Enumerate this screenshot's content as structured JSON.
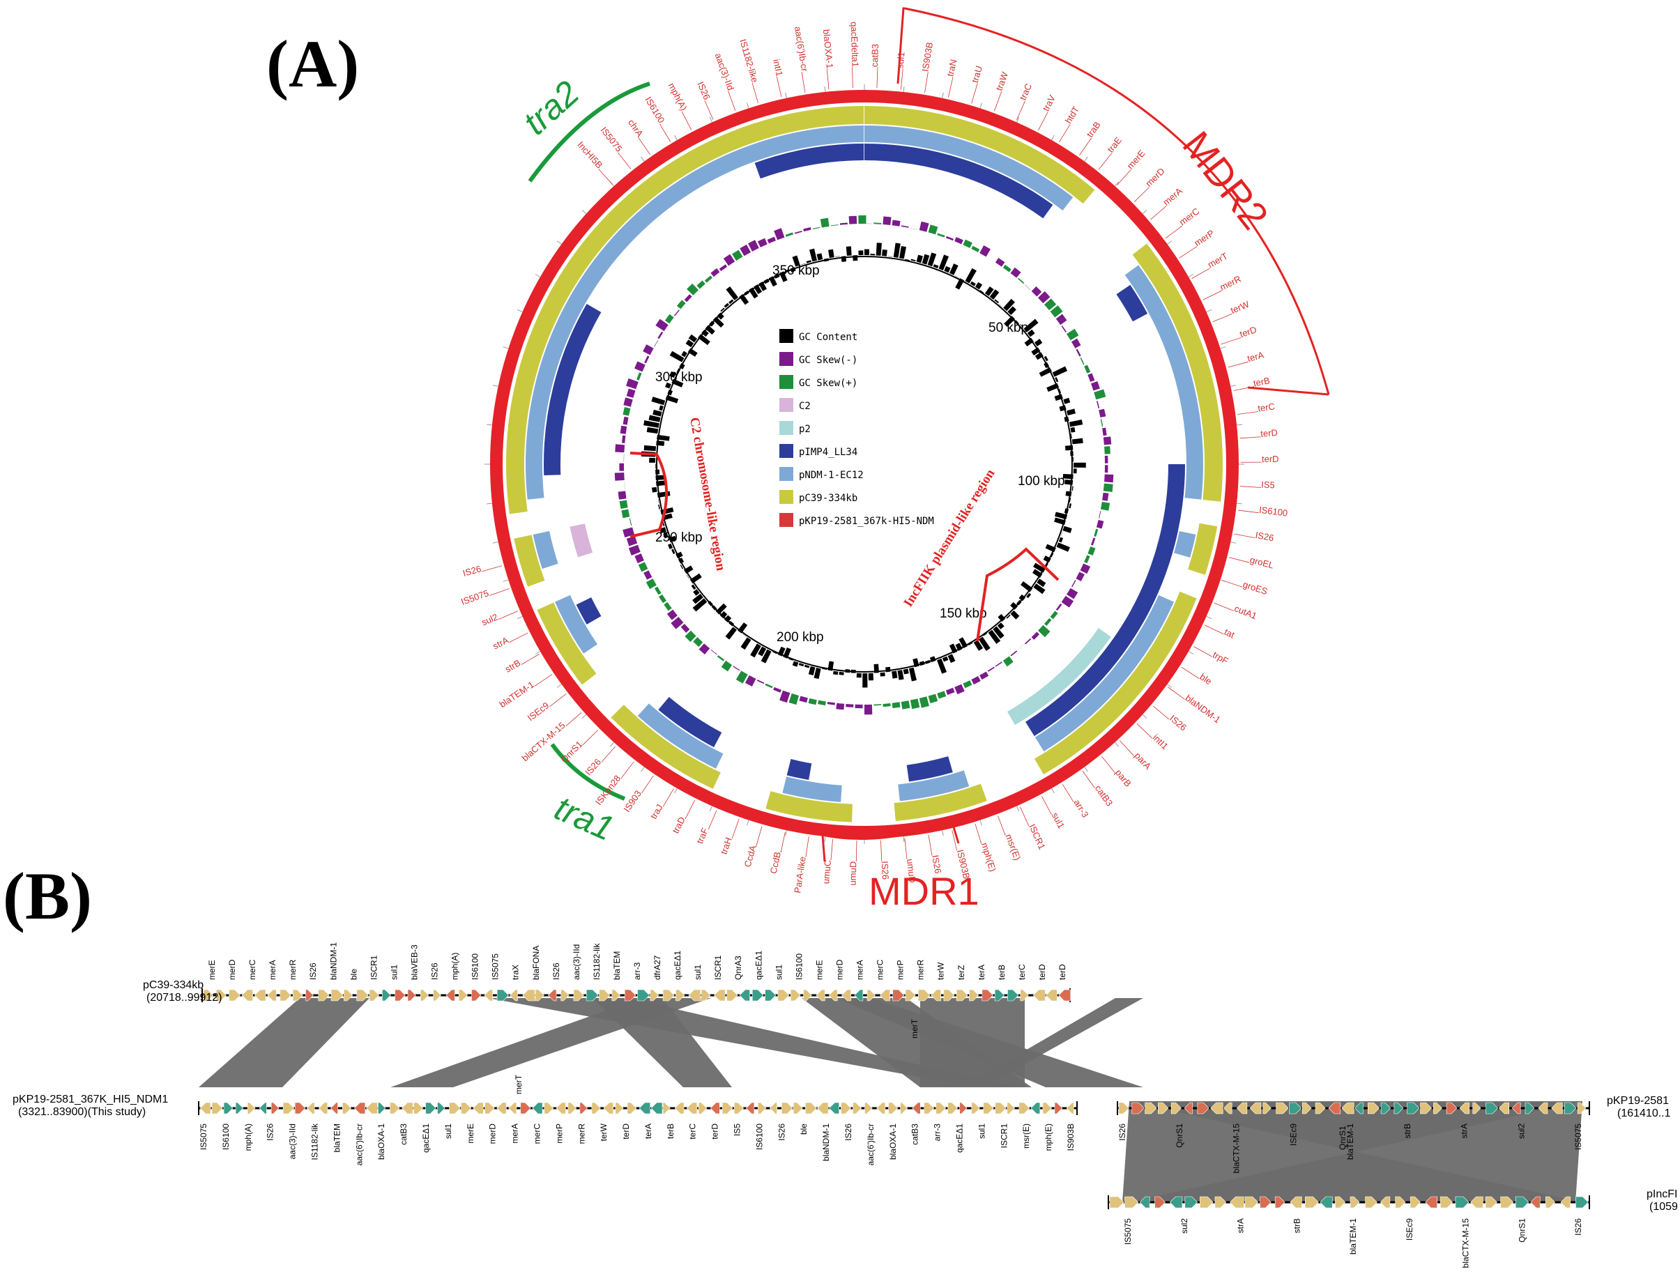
{
  "panel_a": {
    "label": "(A)",
    "kbp_labels": [
      "350 kbp",
      "50 kbp",
      "300 kbp",
      "100 kbp",
      "250 kbp",
      "150 kbp",
      "200 kbp"
    ],
    "legend": [
      {
        "name": "GC Content",
        "color": "#000000"
      },
      {
        "name": "GC Skew(-)",
        "color": "#7b1a8a"
      },
      {
        "name": "GC Skew(+)",
        "color": "#1f8e3a"
      },
      {
        "name": "C2",
        "color": "#d9b3d9"
      },
      {
        "name": "p2",
        "color": "#a9d8d8"
      },
      {
        "name": "pIMP4_LL34",
        "color": "#2d3d9b"
      },
      {
        "name": "pNDM-1-EC12",
        "color": "#7ea9d6"
      },
      {
        "name": "pC39-334kb",
        "color": "#c9c940"
      },
      {
        "name": "pKP19-2581_367k-HI5-NDM",
        "color": "#d6393a"
      }
    ],
    "region_labels": {
      "mdr1": "MDR1",
      "mdr2": "MDR2",
      "tra1": "tra1",
      "tra2": "tra2",
      "c2_region": "C2 chromosome-like region",
      "incfiik_region": "IncFIIK plasmid-like region"
    },
    "gene_labels": [
      "IncHI5B",
      "IS5075",
      "chrA",
      "IS6100",
      "mph(A)",
      "IS26",
      "aac(3)-IId",
      "IS1182-like",
      "intI1",
      "aac(6')Ib-cr",
      "blaOXA-1",
      "qacEdelta1",
      "catB3",
      "sul1",
      "IS903B",
      "traN",
      "traU",
      "traW",
      "traC",
      "traV",
      "htdT",
      "traB",
      "traE",
      "merE",
      "merD",
      "merA",
      "merC",
      "merP",
      "merT",
      "merR",
      "terW",
      "terD",
      "terA",
      "terB",
      "terC",
      "terD",
      "terD",
      "IS5",
      "IS6100",
      "IS26",
      "groEL",
      "groES",
      "cutA1",
      "tat",
      "trpF",
      "ble",
      "blaNDM-1",
      "IS26",
      "intI1",
      "parA",
      "parB",
      "catB3",
      "arr-3",
      "sul1",
      "ISCR1",
      "msr(E)",
      "mph(E)",
      "IS903B",
      "IS26",
      "umuD",
      "IS26",
      "umuD",
      "umuC",
      "ParA-like",
      "CcdB",
      "CcdA",
      "traH",
      "traF",
      "traD",
      "traJ",
      "IS903",
      "ISKpn28",
      "IS26",
      "QnrS1",
      "blaCTX-M-15",
      "ISEc9",
      "blaTEM-1",
      "strB",
      "strA",
      "sul2",
      "IS5075",
      "IS26"
    ]
  },
  "panel_b": {
    "label": "(B)",
    "tracks": {
      "pc39_name": "pC39-334kb",
      "pc39_range": "(20718..99912)",
      "pkp_name": "pKP19-2581_367K_HI5_NDM1",
      "pkp_range": "(3321..83900)(This study)",
      "right_pkp_name": "pKP19-2581",
      "right_pkp_range": "(161410..1",
      "right_inc_name": "pIncFI",
      "right_inc_range": "(1059"
    },
    "top_gene_labels": [
      "merE",
      "merD",
      "merC",
      "merA",
      "merR",
      "IS26",
      "blaNDM-1",
      "ble",
      "ISCR1",
      "sul1",
      "blaVEB-3",
      "IS26",
      "mph(A)",
      "IS6100",
      "IS5075",
      "traX",
      "blaFONA",
      "IS26",
      "aac(3)-IId",
      "IS1182-lik",
      "blaTEM",
      "arr-3",
      "dfrA27",
      "qacEΔ1",
      "sul1",
      "ISCR1",
      "QnrA3",
      "qacEΔ1",
      "sul1",
      "IS6100",
      "merE",
      "merD",
      "merA",
      "merC",
      "merP",
      "merR",
      "terW",
      "terZ",
      "terA",
      "terB",
      "terC",
      "terD",
      "terD"
    ],
    "mid_gene_labels": [
      "IS5075",
      "IS6100",
      "mph(A)",
      "IS26",
      "aac(3)-IId",
      "IS1182-lik",
      "blaTEM",
      "aac(6')Ib-cr",
      "blaOXA-1",
      "catB3",
      "qacEΔ1",
      "sul1",
      "merE",
      "merD",
      "merA",
      "merC",
      "merP",
      "merR",
      "terW",
      "terD",
      "terA",
      "terB",
      "terC",
      "terD",
      "IS5",
      "IS6100",
      "IS26",
      "ble",
      "blaNDM-1",
      "IS26",
      "aac(6')Ib-cr",
      "blaOXA-1",
      "catB3",
      "arr-3",
      "qacEΔ1",
      "sul1",
      "ISCR1",
      "msr(E)",
      "mph(E)",
      "IS903B"
    ],
    "right_top_labels": [
      "IS26",
      "QnrS1",
      "blaCTX-M-15",
      "ISEc9",
      "blaTEM-1",
      "strB",
      "strA",
      "sul2",
      "IS5075"
    ],
    "right_bottom_labels": [
      "IS5075",
      "sul2",
      "strA",
      "strB",
      "blaTEM-1",
      "ISEc9",
      "blaCTX-M-15",
      "QnrS1",
      "IS26"
    ],
    "inline_labels": [
      "merT",
      "merT",
      "QnrS1"
    ]
  }
}
